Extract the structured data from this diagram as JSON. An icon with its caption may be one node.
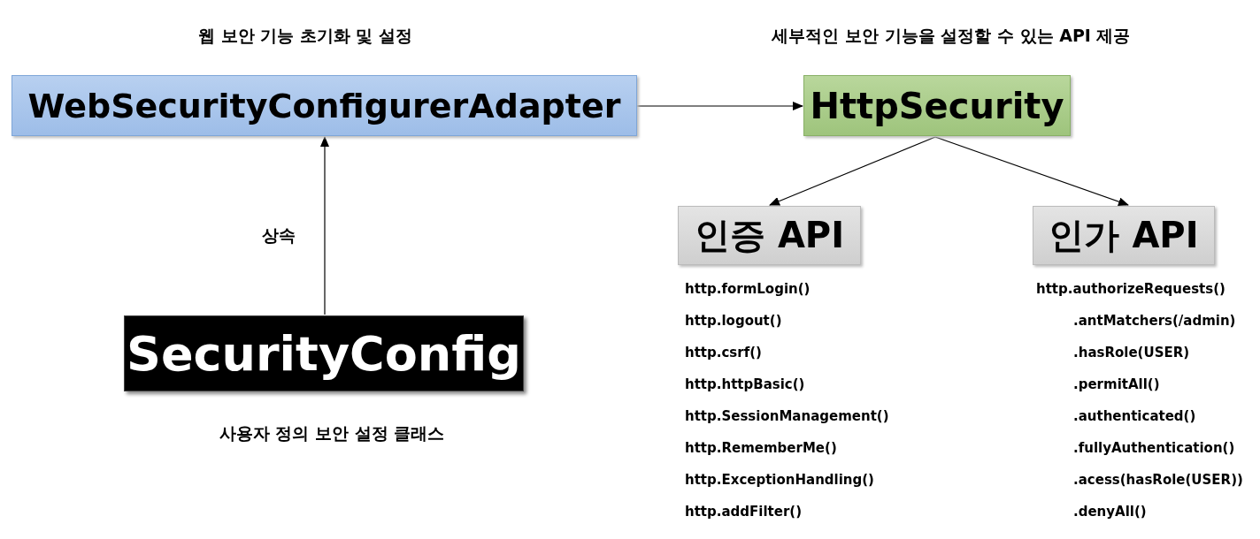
{
  "diagram": {
    "nodes": [
      {
        "text": [
          "웹 보안 기능 초기화 및 설정",
          "WebSecurityConfigurerAdapter"
        ]
      },
      {
        "text": [
          "세부적인 보안 기능을 설정할 수 있는 API 제공",
          "HttpSecurity"
        ]
      },
      {
        "text": [
          "인증 API"
        ],
        "beside": [
          "http.formLogin()",
          "http.logout()",
          "http.csrf()",
          "http.httpBasic()",
          "http.SessionManagement()",
          "http.RememberMe()",
          "http.ExceptionHandling()",
          "http.addFilter()"
        ]
      },
      {
        "text": [
          "인가 API"
        ],
        "beside": [
          "http.authorizeRequests()",
          ".antMatchers(/admin)",
          ".hasRole(USER)",
          ".permitAll()",
          ".authenticated()",
          ".fullyAuthentication()",
          ".acess(hasRole(USER))",
          ".denyAll()"
        ]
      },
      {
        "text": [
          "SecurityConfig"
        ],
        "beside": [
          "사용자 정의 보안 설정 클래스"
        ]
      }
    ],
    "edges": [
      {
        "from": 0,
        "to": 1,
        "arrow": "to"
      },
      {
        "from": 1,
        "to": 2,
        "arrow": "to"
      },
      {
        "from": 1,
        "to": 3,
        "arrow": "to"
      },
      {
        "from": 4,
        "to": 0,
        "arrow": "to",
        "label": "상속"
      }
    ]
  }
}
